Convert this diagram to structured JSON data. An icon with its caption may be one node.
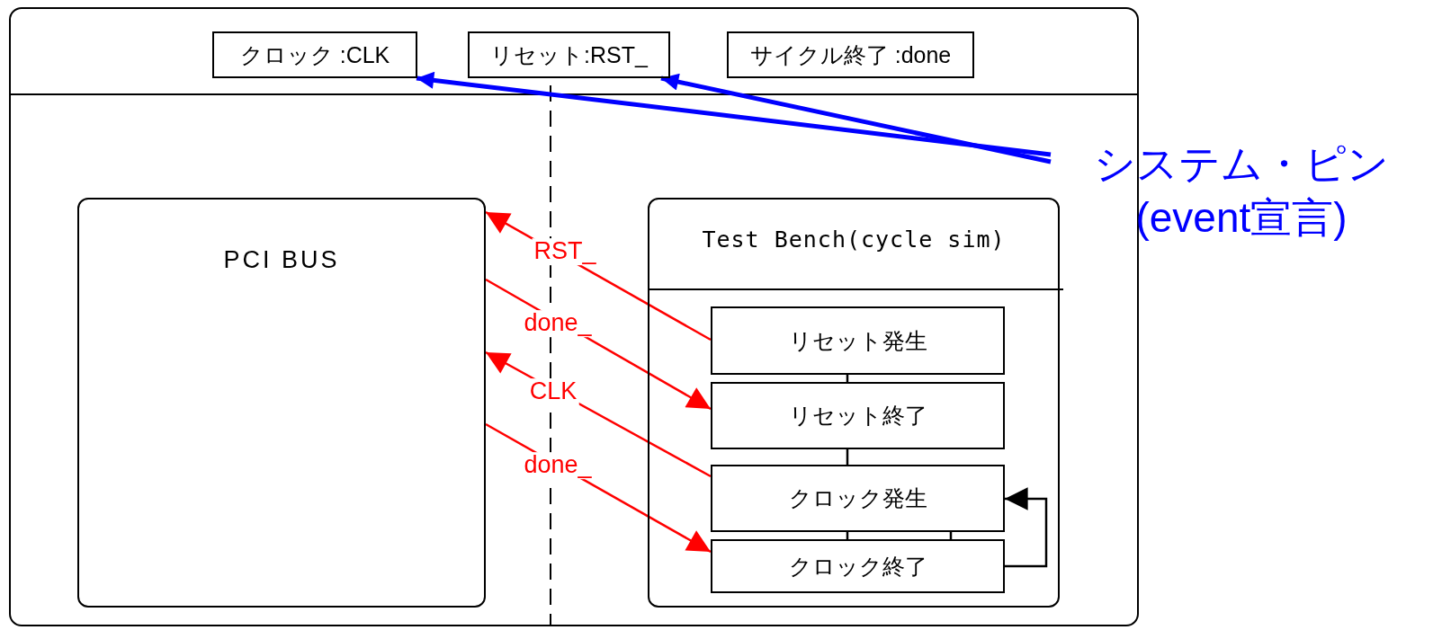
{
  "diagram": {
    "nodes": [
      {
        "text": [],
        "shape": "box"
      },
      {
        "text": [
          "クロック :CLK"
        ],
        "in": 0
      },
      {
        "text": [
          "リセット:RST_"
        ],
        "in": 0
      },
      {
        "text": [
          "サイクル終了 :done"
        ],
        "in": 0
      },
      {
        "text": [
          "システム・ピン(event宣言)"
        ]
      },
      {
        "text": [
          "PCI BUS"
        ],
        "in": 0
      },
      {
        "text": [
          "Test Bench(cycle sim)"
        ],
        "in": 0
      },
      {
        "text": [
          "リセット発生"
        ],
        "in": 6
      },
      {
        "text": [
          "リセット終了"
        ],
        "in": 6
      },
      {
        "text": [
          "クロック発生"
        ],
        "in": 6
      },
      {
        "text": [
          "クロック終了"
        ],
        "in": 6
      }
    ],
    "edges": [
      {
        "from": 4,
        "to": 1,
        "arrow": "to",
        "color": "#0000ff",
        "style": "thick"
      },
      {
        "from": 4,
        "to": 2,
        "arrow": "to",
        "color": "#0000ff",
        "style": "thick"
      },
      {
        "from": 7,
        "to": 5,
        "arrow": "to",
        "label": "RST_",
        "color": "#ff0000"
      },
      {
        "from": 5,
        "to": 8,
        "arrow": "to",
        "label": "done_",
        "color": "#ff0000"
      },
      {
        "from": 9,
        "to": 5,
        "arrow": "to",
        "label": "CLK",
        "color": "#ff0000"
      },
      {
        "from": 5,
        "to": 10,
        "arrow": "to",
        "label": "done_",
        "color": "#ff0000"
      },
      {
        "from": 10,
        "to": 9,
        "arrow": "to"
      },
      {
        "from": 7,
        "to": 8,
        "arrow": "none"
      },
      {
        "from": 8,
        "to": 9,
        "arrow": "none"
      },
      {
        "from": 9,
        "to": 10,
        "arrow": "none"
      },
      {
        "from": 9,
        "to": 10,
        "arrow": "none"
      }
    ]
  }
}
